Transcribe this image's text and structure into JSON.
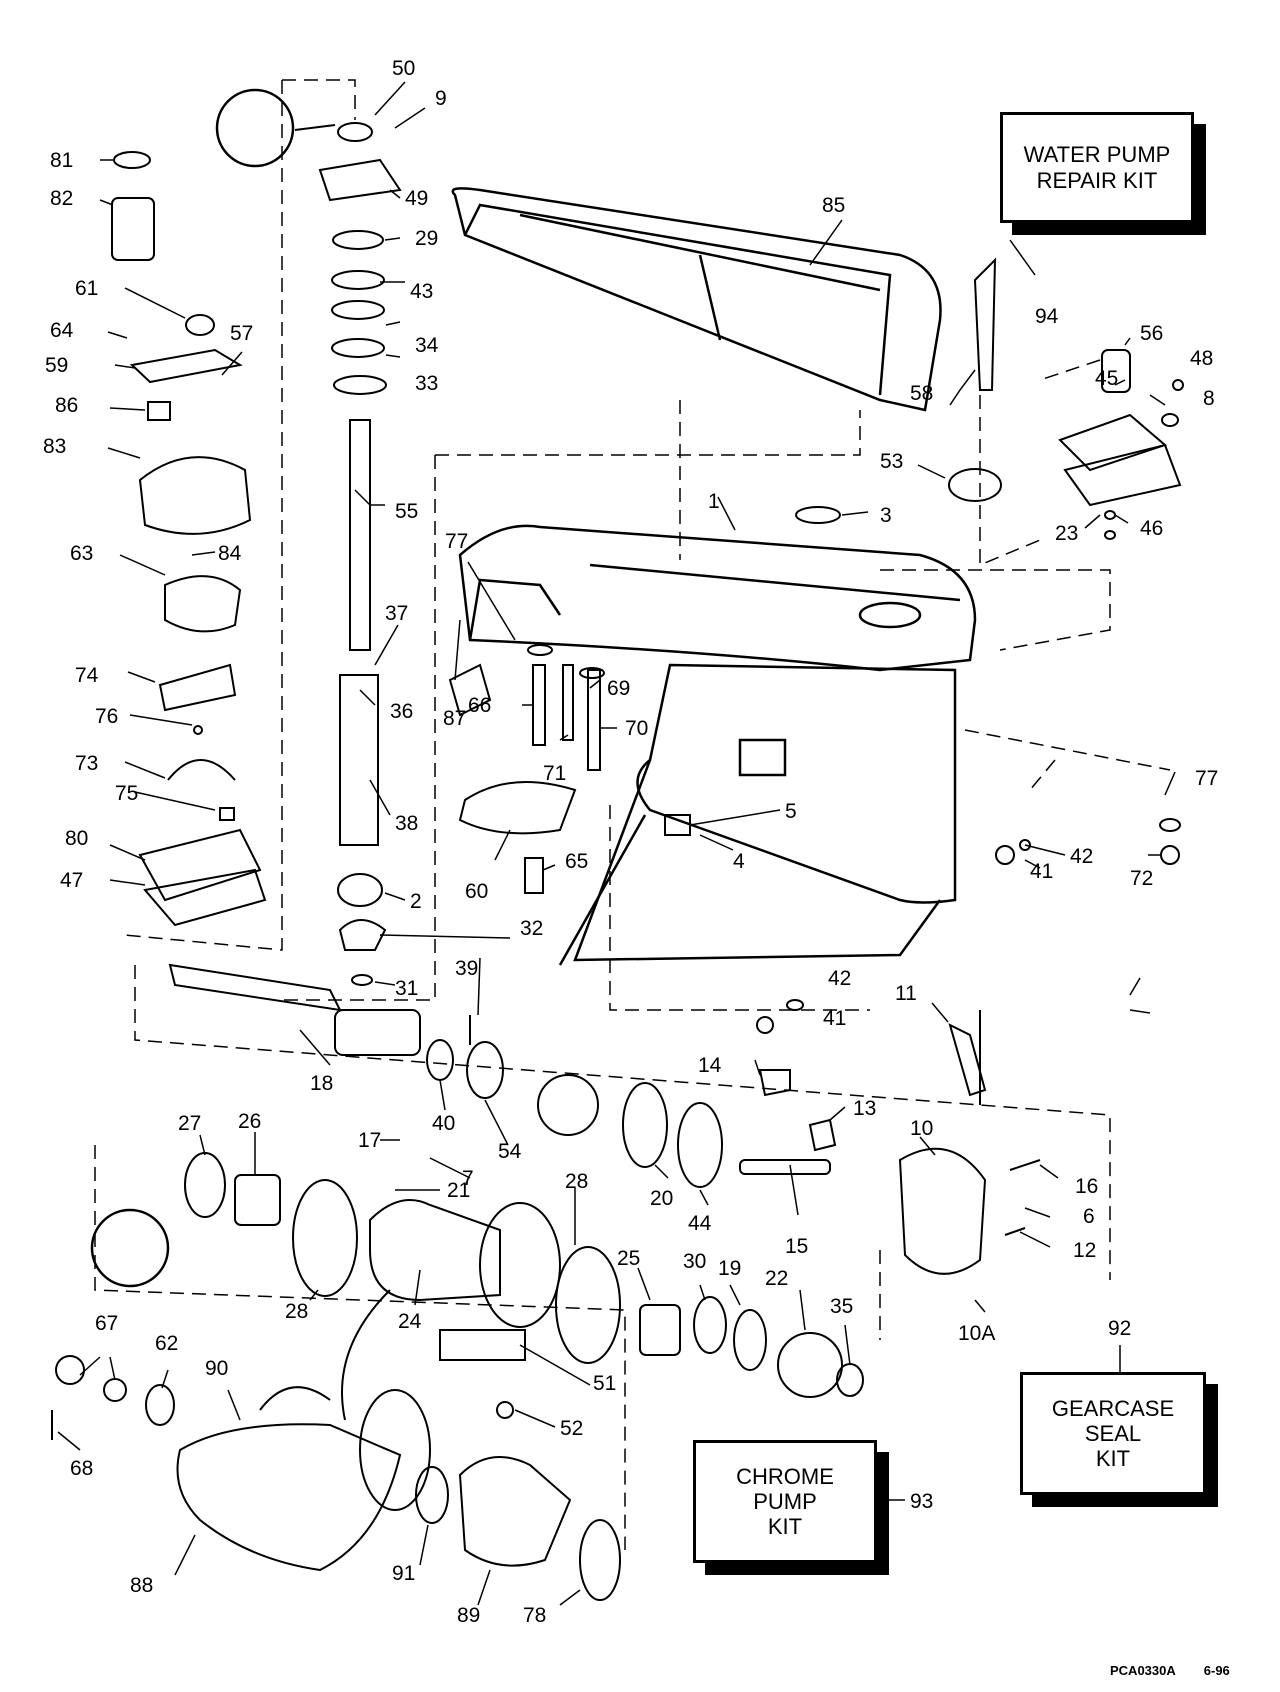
{
  "kits": {
    "water_pump": "WATER PUMP\nREPAIR KIT",
    "chrome_pump": "CHROME\nPUMP\nKIT",
    "gearcase_seal": "GEARCASE\nSEAL\nKIT"
  },
  "drawing_code": "PCA0330A",
  "drawing_date": "6-96",
  "callouts": [
    "50",
    "9",
    "81",
    "82",
    "49",
    "29",
    "43",
    "34",
    "33",
    "85",
    "61",
    "64",
    "57",
    "59",
    "86",
    "83",
    "55",
    "94",
    "56",
    "48",
    "45",
    "8",
    "58",
    "53",
    "1",
    "3",
    "23",
    "46",
    "84",
    "63",
    "37",
    "74",
    "36",
    "76",
    "73",
    "38",
    "75",
    "80",
    "47",
    "2",
    "32",
    "31",
    "77",
    "87",
    "66",
    "69",
    "70",
    "71",
    "60",
    "65",
    "5",
    "4",
    "42",
    "41",
    "72",
    "39",
    "11",
    "18",
    "40",
    "54",
    "27",
    "26",
    "17",
    "7",
    "21",
    "14",
    "13",
    "10",
    "16",
    "6",
    "12",
    "20",
    "44",
    "15",
    "28",
    "25",
    "30",
    "19",
    "22",
    "35",
    "24",
    "10A",
    "92",
    "51",
    "52",
    "67",
    "62",
    "90",
    "68",
    "88",
    "91",
    "89",
    "78",
    "93"
  ]
}
